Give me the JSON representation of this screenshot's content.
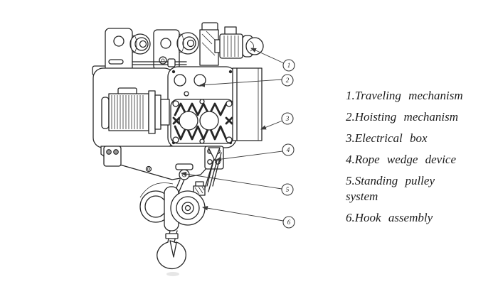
{
  "window": {
    "background": "#ffffff"
  },
  "diagram": {
    "description": "Electric wire rope hoist technical line drawing",
    "stroke_color": "#262626",
    "callouts": [
      {
        "number": "1"
      },
      {
        "number": "2"
      },
      {
        "number": "3"
      },
      {
        "number": "4"
      },
      {
        "number": "5"
      },
      {
        "number": "6"
      }
    ]
  },
  "legend": {
    "text_color": "#1c1c1c",
    "items": [
      {
        "text": "1.Traveling mechanism"
      },
      {
        "text": "2.Hoisting mechanism"
      },
      {
        "text": "3.Electrical box"
      },
      {
        "text": "4.Rope wedge device"
      },
      {
        "text": "5.Standing pulley\nsystem"
      },
      {
        "text": "6.Hook assembly"
      }
    ]
  }
}
